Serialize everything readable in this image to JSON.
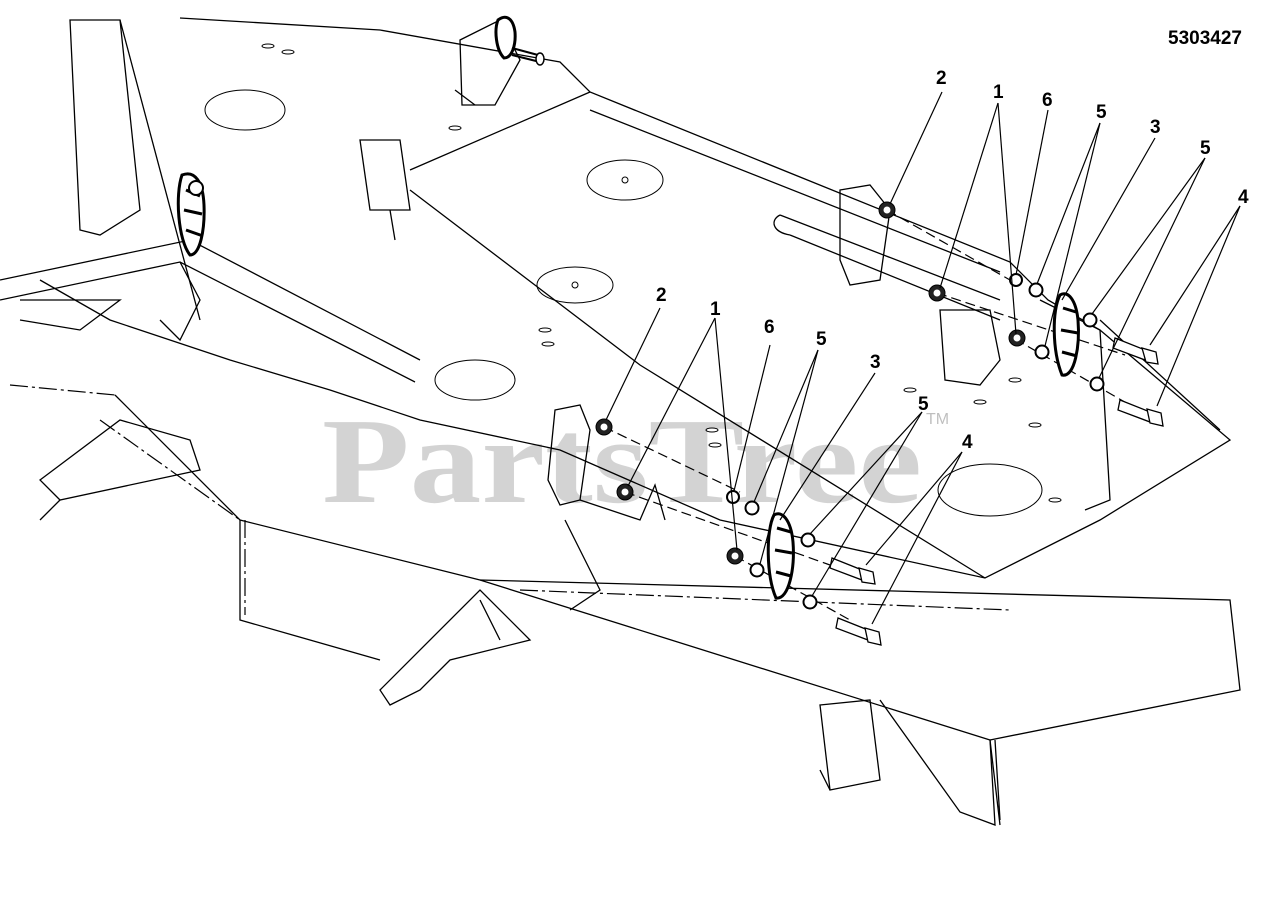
{
  "diagram_id": "5303427",
  "watermark": {
    "text": "PartsTree",
    "trademark": "TM"
  },
  "callouts": [
    {
      "id": "c2a",
      "label": "2"
    },
    {
      "id": "c1a",
      "label": "1"
    },
    {
      "id": "c6a",
      "label": "6"
    },
    {
      "id": "c5a",
      "label": "5"
    },
    {
      "id": "c3a",
      "label": "3"
    },
    {
      "id": "c5b",
      "label": "5"
    },
    {
      "id": "c4a",
      "label": "4"
    },
    {
      "id": "c2b",
      "label": "2"
    },
    {
      "id": "c1b",
      "label": "1"
    },
    {
      "id": "c6b",
      "label": "6"
    },
    {
      "id": "c5c",
      "label": "5"
    },
    {
      "id": "c3b",
      "label": "3"
    },
    {
      "id": "c5d",
      "label": "5"
    },
    {
      "id": "c4b",
      "label": "4"
    }
  ]
}
